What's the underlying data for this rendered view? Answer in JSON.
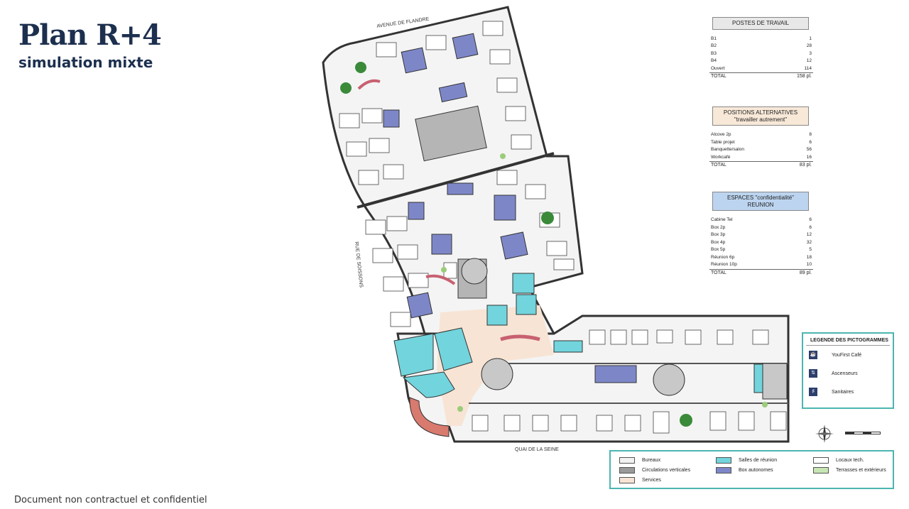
{
  "header": {
    "title": "Plan R+4",
    "subtitle": "simulation mixte"
  },
  "footer": {
    "text": "Document non contractuel et confidentiel"
  },
  "streets": {
    "north": "AVENUE DE FLANDRE",
    "west": "RUE DE SOISSONS",
    "south": "QUAI DE LA SEINE"
  },
  "tables": {
    "postes": {
      "title": "POSTES DE TRAVAIL",
      "rows": [
        {
          "label": "B1",
          "value": "1"
        },
        {
          "label": "B2",
          "value": "28"
        },
        {
          "label": "B3",
          "value": "3"
        },
        {
          "label": "B4",
          "value": "12"
        },
        {
          "label": "Ouvert",
          "value": "114"
        }
      ],
      "total_label": "TOTAL",
      "total_value": "158 pl."
    },
    "alternatives": {
      "title_line1": "POSITIONS ALTERNATIVES",
      "title_line2": "\"travailler autrement\"",
      "rows": [
        {
          "label": "Alcove 2p",
          "value": "8"
        },
        {
          "label": "Table projet",
          "value": "6"
        },
        {
          "label": "Banquette/salon",
          "value": "56"
        },
        {
          "label": "Workcafé",
          "value": "16"
        }
      ],
      "total_label": "TOTAL",
      "total_value": "83 pl."
    },
    "espaces": {
      "title_line1": "ESPACES \"confidentialité\"",
      "title_line2": "REUNION",
      "rows": [
        {
          "label": "Cabine Tel",
          "value": "6"
        },
        {
          "label": "Box 2p",
          "value": "6"
        },
        {
          "label": "Box 3p",
          "value": "12"
        },
        {
          "label": "Box 4p",
          "value": "32"
        },
        {
          "label": "Box 5p",
          "value": "5"
        },
        {
          "label": "Réunion 6p",
          "value": "18"
        },
        {
          "label": "Réunion 10p",
          "value": "10"
        }
      ],
      "total_label": "TOTAL",
      "total_value": "89 pl."
    }
  },
  "pictograms": {
    "title": "LEGENDE DES PICTOGRAMMES",
    "items": [
      {
        "label": "YouFirst Café",
        "icon": "cafe-icon"
      },
      {
        "label": "Ascenseurs",
        "icon": "elevator-icon"
      },
      {
        "label": "Sanitaires",
        "icon": "toilets-icon"
      }
    ]
  },
  "color_legend": {
    "items": [
      {
        "label": "Bureaux",
        "color": "#f2f2f2"
      },
      {
        "label": "Circulations verticales",
        "color": "#9a9a9a"
      },
      {
        "label": "Services",
        "color": "#f7e4d4"
      },
      {
        "label": "Salles de réunion",
        "color": "#72d4dc"
      },
      {
        "label": "Box autonomes",
        "color": "#7d87c8"
      },
      {
        "label": "Locaux tech.",
        "color": "#ffffff"
      },
      {
        "label": "Terrasses et extérieurs",
        "color": "#c8e6b4"
      }
    ]
  },
  "colors": {
    "brand": "#1c2f4e",
    "frame": "#4bb5b0",
    "wall": "#3a3a3a",
    "meeting": "#72d4dc",
    "box": "#7d87c8",
    "service": "#f7e4d4",
    "terrace": "#d97a6e",
    "plant": "#3a8a3a"
  }
}
